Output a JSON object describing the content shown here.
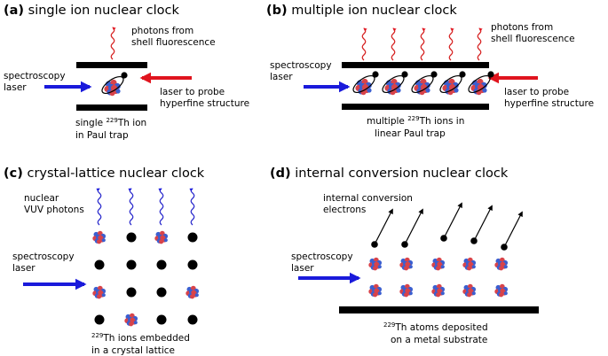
{
  "panels": {
    "a": {
      "tag": "(a)",
      "title": "single ion nuclear clock",
      "photons_line1": "photons from",
      "photons_line2": "shell fluorescence",
      "laser_line1": "spectroscopy",
      "laser_line2": "laser",
      "probe_line1": "laser to probe",
      "probe_line2": "hyperfine structure",
      "caption1_pre": "single ",
      "caption1_sup": "229",
      "caption1_post": "Th ion",
      "caption2": "in Paul trap"
    },
    "b": {
      "tag": "(b)",
      "title": "multiple ion nuclear clock",
      "photons_line1": "photons from",
      "photons_line2": "shell fluorescence",
      "laser_line1": "spectroscopy",
      "laser_line2": "laser",
      "probe_line1": "laser to probe",
      "probe_line2": "hyperfine structure",
      "caption1_pre": "multiple ",
      "caption1_sup": "229",
      "caption1_post": "Th ions in",
      "caption2": "linear Paul trap"
    },
    "c": {
      "tag": "(c)",
      "title": "crystal-lattice nuclear clock",
      "photons_line1": "nuclear",
      "photons_line2": "VUV photons",
      "laser_line1": "spectroscopy",
      "laser_line2": "laser",
      "caption1_sup": "229",
      "caption1_post": "Th ions embedded",
      "caption2": "in a crystal lattice"
    },
    "d": {
      "tag": "(d)",
      "title": "internal conversion nuclear clock",
      "electrons_line1": "internal conversion",
      "electrons_line2": "electrons",
      "laser_line1": "spectroscopy",
      "laser_line2": "laser",
      "caption1_sup": "229",
      "caption1_post": "Th atoms deposited",
      "caption2": "on a metal substrate"
    }
  },
  "colors": {
    "spectroscopy_laser": "#1a1adb",
    "probe_laser": "#e0141e",
    "shell_photon": "#d62020",
    "vuv_photon": "#2a2acc",
    "nucleus_red": "#d8434a",
    "nucleus_blue": "#3b5fd0",
    "trap_electrode": "#000000"
  }
}
